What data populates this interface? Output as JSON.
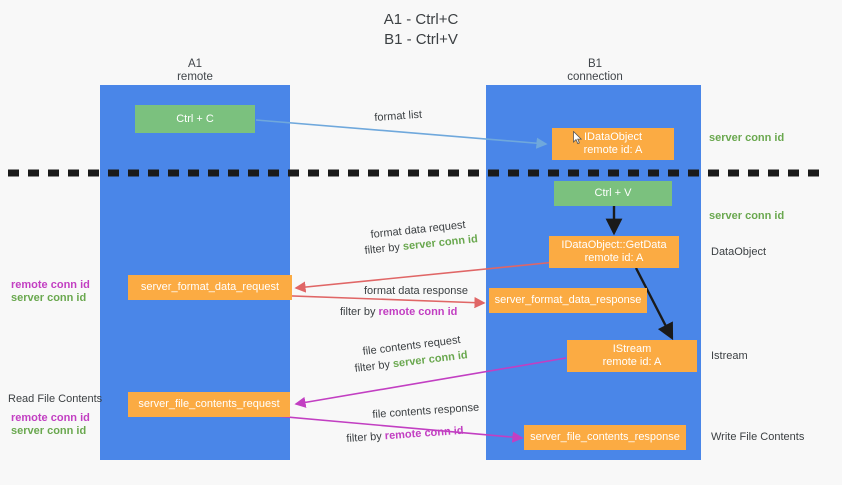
{
  "title": {
    "line1": "A1 - Ctrl+C",
    "line2": "B1 - Ctrl+V"
  },
  "columns": [
    {
      "name": "A1",
      "role": "remote"
    },
    {
      "name": "B1",
      "role": "connection"
    }
  ],
  "nodes": {
    "ctrl_c": {
      "label": "Ctrl + C"
    },
    "ctrl_v": {
      "label": "Ctrl + V"
    },
    "idataobject": {
      "label": "IDataObject",
      "sub": "remote id: A"
    },
    "getdata": {
      "label": "IDataObject::GetData",
      "sub": "remote id: A"
    },
    "istream": {
      "label": "IStream",
      "sub": "remote id: A"
    },
    "server_format_data_request": {
      "label": "server_format_data_request"
    },
    "server_format_data_response": {
      "label": "server_format_data_response"
    },
    "server_file_contents_request": {
      "label": "server_file_contents_request"
    },
    "server_file_contents_response": {
      "label": "server_file_contents_response"
    }
  },
  "edge_labels": {
    "format_list": "format list",
    "format_data_request": "format data request",
    "format_data_request_filter_prefix": "filter by ",
    "format_data_request_filter_value": "server conn id",
    "format_data_response": "format data response",
    "format_data_response_filter_prefix": "filter by ",
    "format_data_response_filter_value": "remote conn id",
    "file_contents_request": "file contents request",
    "file_contents_request_filter_prefix": "filter by ",
    "file_contents_request_filter_value": "server conn id",
    "file_contents_response": "file contents response",
    "file_contents_response_filter_prefix": "filter by ",
    "file_contents_response_filter_value": "remote conn id"
  },
  "annotations": {
    "right_server_conn_id_top": "server conn id",
    "right_server_conn_id_mid": "server conn id",
    "right_dataobject": "DataObject",
    "right_istream": "Istream",
    "right_write_file_contents": "Write File Contents",
    "left_remote_conn_id_1": "remote conn id",
    "left_server_conn_id_1": "server conn id",
    "left_read_file_contents": "Read File Contents",
    "left_remote_conn_id_2": "remote conn id",
    "left_server_conn_id_2": "server conn id"
  },
  "colors": {
    "lane": "#4a86e8",
    "green_node": "#7bc17e",
    "orange_node": "#fbab43",
    "green_text": "#6aa84f",
    "magenta_text": "#c23fc2",
    "blue_arrow": "#6fa8dc",
    "red_arrow": "#e06666",
    "magenta_arrow": "#c23fc2",
    "dark_arrow": "#1a1a1a",
    "background": "#f8f8f8"
  }
}
